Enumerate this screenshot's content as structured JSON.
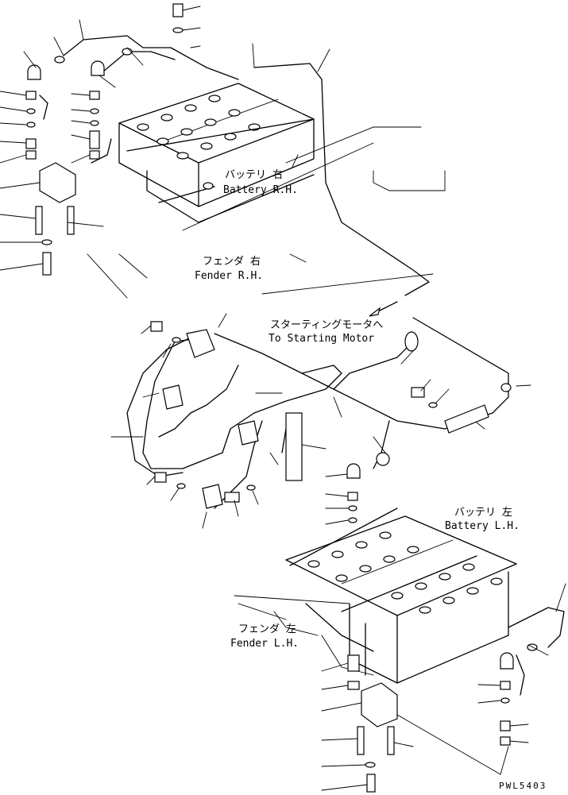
{
  "labels": {
    "battery_rh_jp": "バッテリ 右",
    "battery_rh_en": "Battery R.H.",
    "fender_rh_jp": "フェンダ 右",
    "fender_rh_en": "Fender R.H.",
    "starting_motor_jp": "スターティングモータへ",
    "starting_motor_en": "To Starting Motor",
    "battery_lh_jp": "バッテリ 左",
    "battery_lh_en": "Battery L.H.",
    "fender_lh_jp": "フェンダ 左",
    "fender_lh_en": "Fender L.H."
  },
  "drawing_code": "PWL5403"
}
